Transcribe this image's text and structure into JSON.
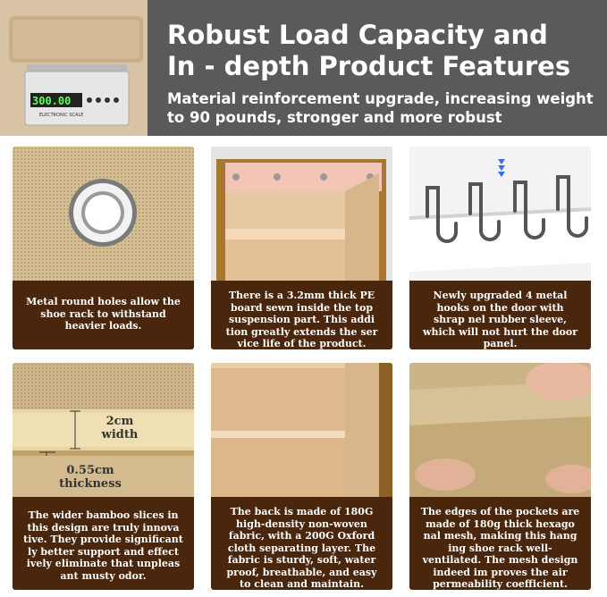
{
  "banner": {
    "headline_line1": "Robust Load Capacity and",
    "headline_line2": "In - depth Product Features",
    "subline_line1": "Material reinforcement upgrade, increasing weight",
    "subline_line2": "to 90 pounds, stronger and more robust",
    "scale_display": "300.00",
    "scale_brand": "ELECTRONIC SCALE"
  },
  "cards": [
    {
      "caption": "Metal round holes allow the shoe rack to withstand heavier loads."
    },
    {
      "caption": "There is a 3.2mm thick PE board sewn inside the top suspension part. This addi tion greatly extends the ser vice life of the product."
    },
    {
      "caption": "Newly upgraded 4 metal hooks on the door with shrap nel rubber sleeve, which will not hurt the door panel."
    },
    {
      "caption": "The wider bamboo slices in this design are truly innova tive. They provide significant ly better support and effect ively eliminate that unpleas ant musty odor.",
      "width_label_value": "2cm",
      "width_label_word": "width",
      "thickness_label_value": "0.55cm",
      "thickness_label_word": "thickness"
    },
    {
      "caption": "The back is made of 180G high-density non-woven fabric, with a 200G Oxford cloth separating layer. The fabric is sturdy, soft, water proof, breathable, and easy to clean and maintain."
    },
    {
      "caption": "The edges of the pockets are made of 180g thick hexago nal mesh, making this hang ing shoe rack well-ventilated. The mesh design indeed im proves the air permeability coefficient."
    }
  ],
  "colors": {
    "banner": "#5a5a5a",
    "caption_bg": "#4a260d",
    "fabric": "#d9c4a7"
  }
}
